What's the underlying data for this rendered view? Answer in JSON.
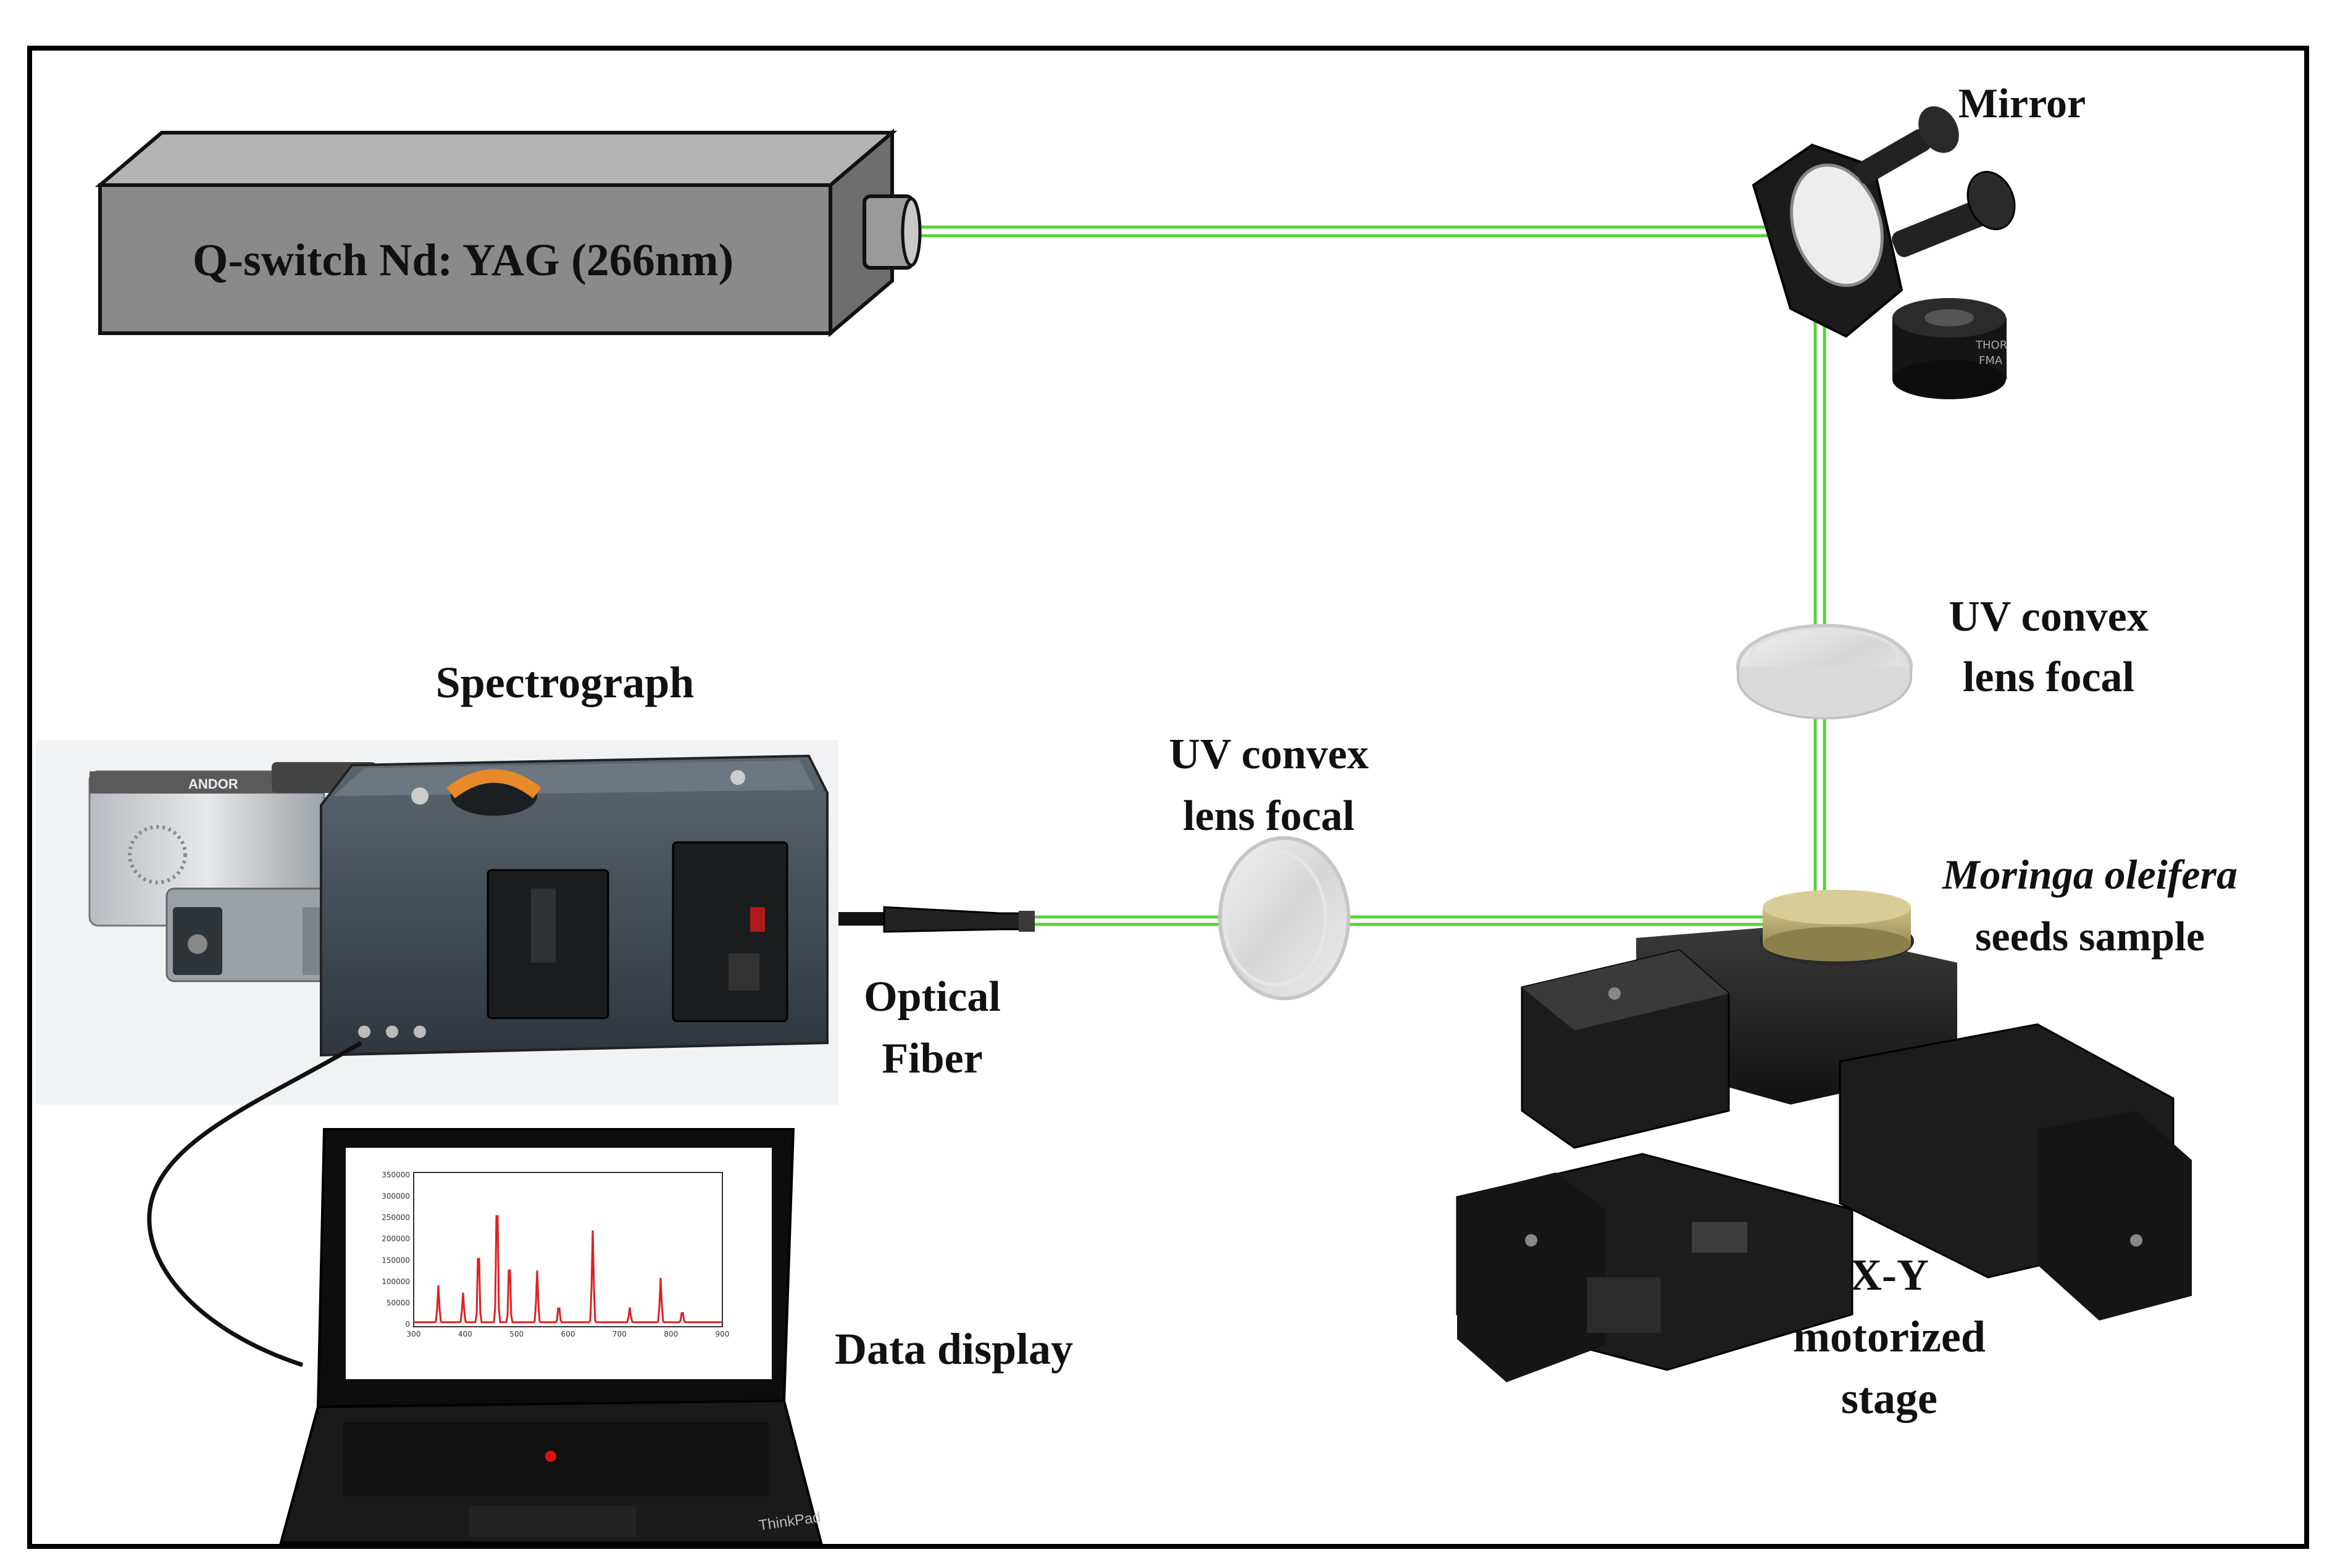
{
  "labels": {
    "laser": "Q-switch Nd: YAG (266nm)",
    "mirror": "Mirror",
    "lens_top_line1": "UV convex",
    "lens_top_line2": "lens focal",
    "lens_mid_line1": "UV convex",
    "lens_mid_line2": "lens focal",
    "sample_line1": "Moringa oleifera",
    "sample_line2": "seeds  sample",
    "spectrograph": "Spectrograph",
    "fiber_line1": "Optical",
    "fiber_line2": "Fiber",
    "data_display": "Data display",
    "stage_line1": "X-Y",
    "stage_line2": "motorized",
    "stage_line3": "stage"
  },
  "device_text": {
    "andor_brand": "ANDOR",
    "laptop_brand": "ThinkPad",
    "mount_engraving_1": "THOR",
    "mount_engraving_2": "FMA"
  },
  "colors": {
    "beam": "#57d23a",
    "laser_body": "#8a8a8a",
    "frame": "#000000",
    "spectrum": "#e02020"
  },
  "screen_plot": {
    "x_ticks": [
      "300",
      "400",
      "500",
      "600",
      "700",
      "800",
      "900"
    ],
    "y_ticks": [
      "350000",
      "300000",
      "250000",
      "200000",
      "150000",
      "100000",
      "50000",
      "0"
    ]
  }
}
